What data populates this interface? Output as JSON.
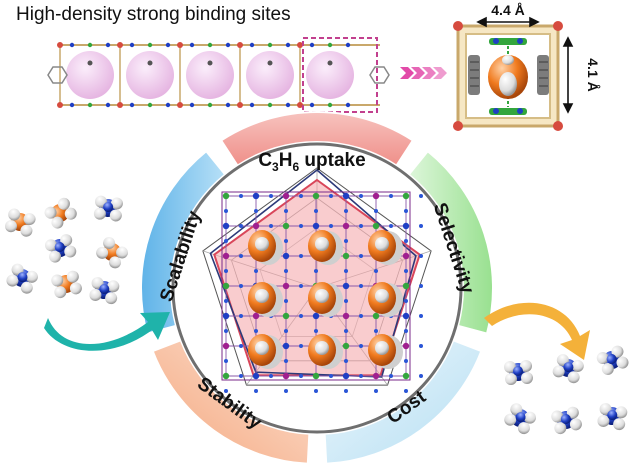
{
  "header": {
    "title": "High-density strong binding sites",
    "dim_width": "4.4 Å",
    "dim_height": "4.1 Å"
  },
  "wheel": {
    "segments": [
      "Scalability",
      "Selectivity",
      "Stability",
      "Cost"
    ],
    "top_label": {
      "prefix": "C",
      "sub1": "3",
      "mid": "H",
      "sub2": "6",
      "suffix": " uptake"
    }
  },
  "colors": {
    "magenta_box": "#c2408e",
    "pink_sphere": "#eec5e8",
    "orange": "#f07a1e",
    "blue_atom": "#1f3fc4",
    "teal_arrow": "#1fb3aa",
    "gold_arrow": "#f4b13a",
    "seg_top": "#f4a9a4",
    "seg_left": "#86c8ef",
    "seg_right": "#b7ecb3",
    "seg_bottom_left": "#f8cbb2",
    "seg_bottom_right": "#d7eef8"
  }
}
